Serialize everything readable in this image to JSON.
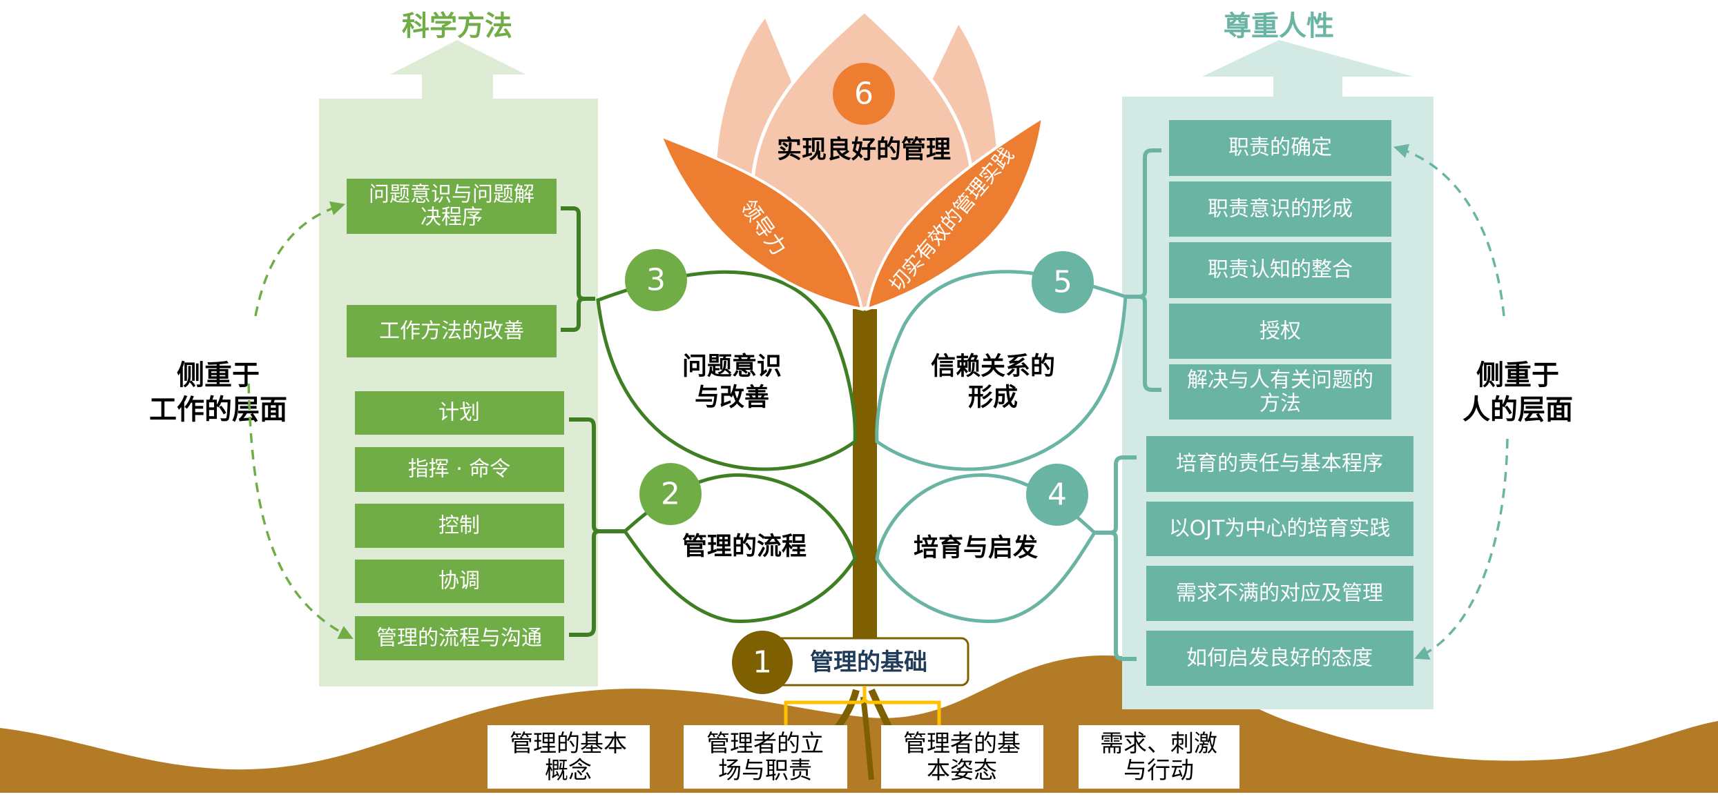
{
  "colors": {
    "green_dark": "#3f7f24",
    "green": "#70ad47",
    "green_light": "#deebd5",
    "teal": "#6ab4a4",
    "teal_light": "#d3e9e4",
    "orange": "#ed7d31",
    "petal_light": "#f5c6ac",
    "stem": "#7f6000",
    "ground": "#b47b26",
    "root_bracket": "#ffc000",
    "base_label_text": "#1f3b5a"
  },
  "left": {
    "title": "科学方法",
    "side_label": [
      "侧重于",
      "工作的层面"
    ],
    "upper_items": [
      [
        "问题意识与问题解",
        "决程序"
      ],
      [
        "工作方法的改善"
      ]
    ],
    "lower_items": [
      "计划",
      "指挥 · 命令",
      "控制",
      "协调",
      "管理的流程与沟通"
    ]
  },
  "right": {
    "title": "尊重人性",
    "side_label": [
      "侧重于",
      "人的层面"
    ],
    "upper_items": [
      [
        "职责的确定"
      ],
      [
        "职责意识的形成"
      ],
      [
        "职责认知的整合"
      ],
      [
        "授权"
      ],
      [
        "解决与人有关问题的",
        "方法"
      ]
    ],
    "lower_items": [
      "培育的责任与基本程序",
      "以OJT为中心的培育实践",
      "需求不满的对应及管理",
      "如何启发良好的态度"
    ]
  },
  "plant": {
    "flower": {
      "number": "6",
      "title": "实现良好的管理",
      "left_petal": "领导力",
      "right_petal": "切实有效的管理实践"
    },
    "leaves": [
      {
        "number": "3",
        "label": [
          "问题意识",
          "与改善"
        ]
      },
      {
        "number": "2",
        "label": [
          "管理的流程"
        ]
      },
      {
        "number": "5",
        "label": [
          "信赖关系的",
          "形成"
        ]
      },
      {
        "number": "4",
        "label": [
          "培育与启发"
        ]
      }
    ],
    "base": {
      "number": "1",
      "label": "管理的基础"
    }
  },
  "roots": [
    [
      "管理的基本",
      "概念"
    ],
    [
      "管理者的立",
      "场与职责"
    ],
    [
      "管理者的基",
      "本姿态"
    ],
    [
      "需求、刺激",
      "与行动"
    ]
  ]
}
